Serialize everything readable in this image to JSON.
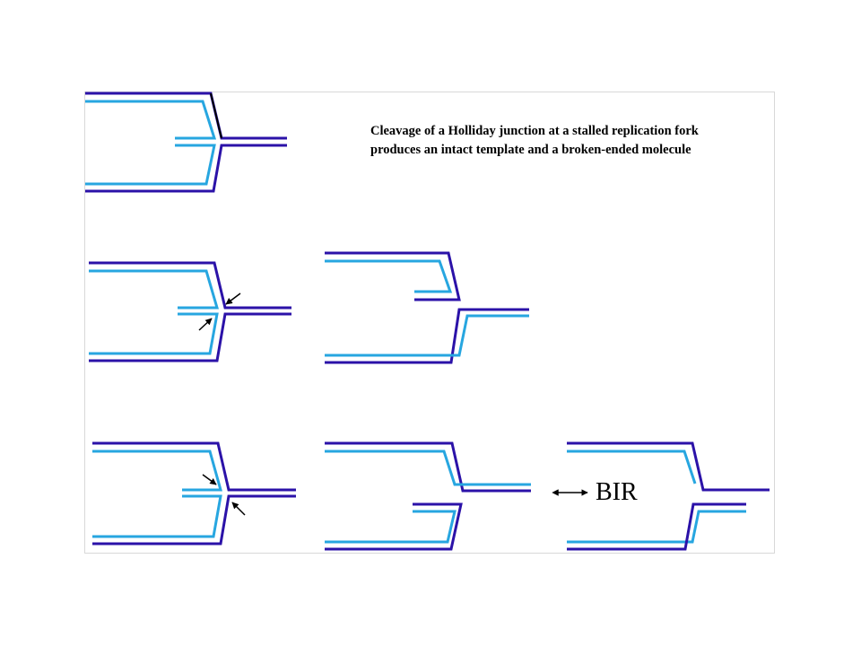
{
  "caption": "Cleavage of a Holliday junction at a stalled replication fork produces an intact template and a broken-ended molecule",
  "bir_label": "BIR",
  "colors": {
    "dark_strand": "#2b12a8",
    "light_strand": "#27a6e0",
    "arrow": "#000000",
    "panel_border": "#d8d8d8"
  },
  "icons": {
    "cleavage_arrow": "filled-triangle-arrow",
    "process_arrow": "double-headed-arrow"
  }
}
